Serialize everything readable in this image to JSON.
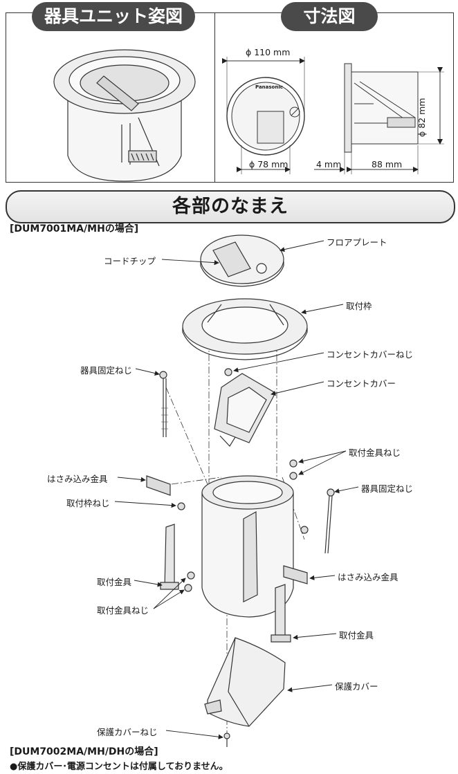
{
  "header": {
    "left_title": "器具ユニット姿図",
    "right_title": "寸法図"
  },
  "dimensions": {
    "outer_diameter": "ϕ 110 mm",
    "inner_diameter": "ϕ 78 mm",
    "flange": "4 mm",
    "depth": "88 mm",
    "height": "ϕ 82 mm",
    "brand": "Panasonic"
  },
  "section": {
    "title": "各部のなまえ",
    "model_1": "[DUM7001MA/MHの場合]",
    "model_2": "[DUM7002MA/MH/DHの場合]",
    "note": "●保護カバー･電源コンセントは付属しておりません。"
  },
  "parts": {
    "floor_plate": "フロアプレート",
    "cord_chip": "コードチップ",
    "mount_frame": "取付枠",
    "outlet_cover_screw": "コンセントカバーねじ",
    "outlet_cover": "コンセントカバー",
    "fixing_screw_left": "器具固定ねじ",
    "bracket_screw_right": "取付金具ねじ",
    "fixing_screw_right": "器具固定ねじ",
    "clip_left": "はさみ込み金具",
    "frame_screw": "取付枠ねじ",
    "bracket_left": "取付金具",
    "bracket_screw_left": "取付金具ねじ",
    "clip_right": "はさみ込み金具",
    "bracket_right": "取付金具",
    "protective_cover": "保護カバー",
    "protective_cover_screw": "保護カバーねじ"
  }
}
